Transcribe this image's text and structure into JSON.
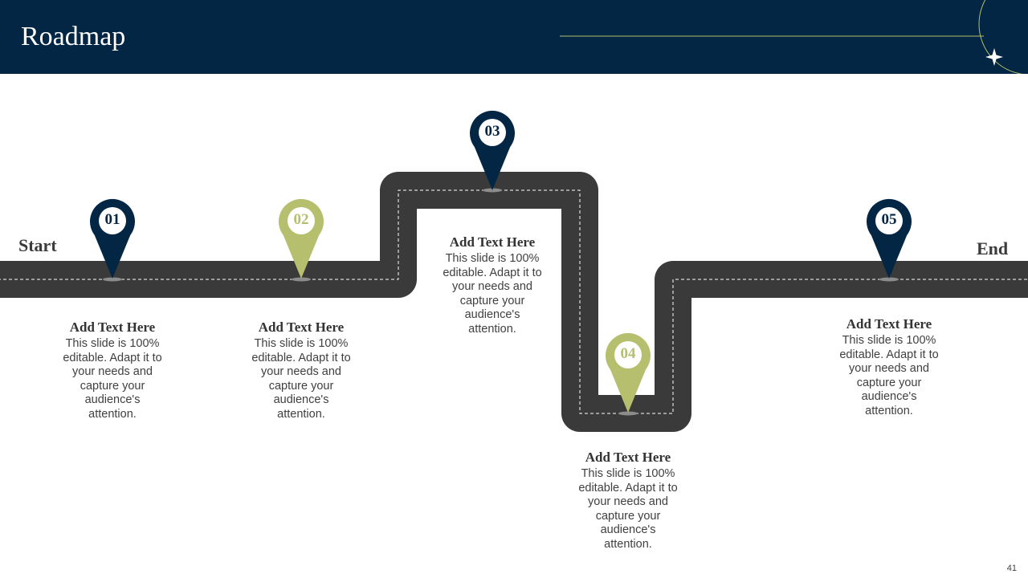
{
  "slide": {
    "title": "Roadmap",
    "start_label": "Start",
    "end_label": "End",
    "page_number": "41"
  },
  "colors": {
    "navy": "#022644",
    "olive": "#b5bf6d",
    "road": "#3a3a3a",
    "accent_line": "#b5bf6d"
  },
  "milestones": [
    {
      "number": "01",
      "color": "navy",
      "title": "Add Text Here",
      "description": "This slide is 100% editable. Adapt it to your needs and capture your audience's attention."
    },
    {
      "number": "02",
      "color": "olive",
      "title": "Add Text Here",
      "description": "This slide is 100% editable. Adapt it to your needs and capture your audience's attention."
    },
    {
      "number": "03",
      "color": "navy",
      "title": "Add Text Here",
      "description": "This slide is 100% editable. Adapt it to your needs and capture your audience's attention."
    },
    {
      "number": "04",
      "color": "olive",
      "title": "Add Text Here",
      "description": "This slide is 100% editable. Adapt it to your needs and capture your audience's attention."
    },
    {
      "number": "05",
      "color": "navy",
      "title": "Add Text Here",
      "description": "This slide is 100% editable. Adapt it to your needs and capture your audience's attention."
    }
  ]
}
